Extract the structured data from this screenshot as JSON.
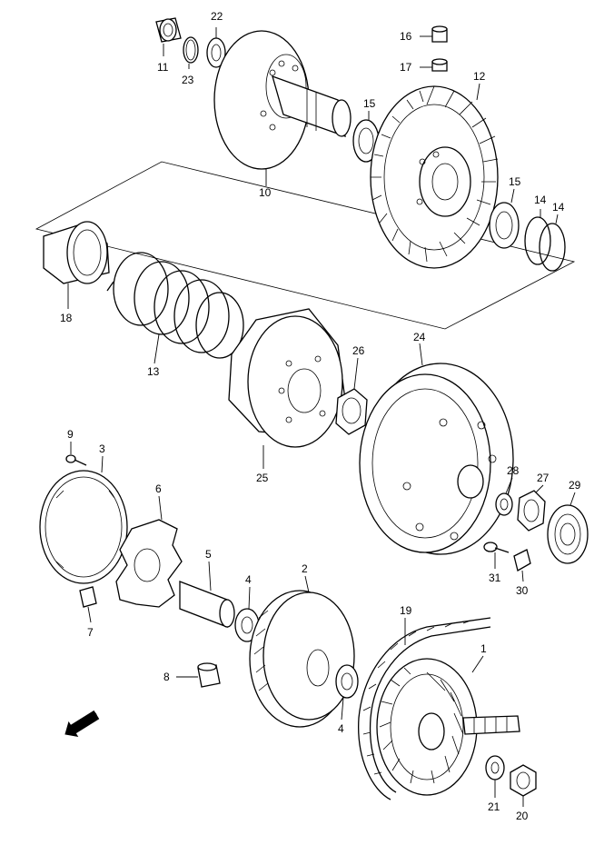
{
  "parts": [
    {
      "id": "p1",
      "label": "1"
    },
    {
      "id": "p2",
      "label": "2"
    },
    {
      "id": "p3",
      "label": "3"
    },
    {
      "id": "p4a",
      "label": "4"
    },
    {
      "id": "p4b",
      "label": "4"
    },
    {
      "id": "p5",
      "label": "5"
    },
    {
      "id": "p6",
      "label": "6"
    },
    {
      "id": "p7",
      "label": "7"
    },
    {
      "id": "p8",
      "label": "8"
    },
    {
      "id": "p9",
      "label": "9"
    },
    {
      "id": "p10",
      "label": "10"
    },
    {
      "id": "p11",
      "label": "11"
    },
    {
      "id": "p12",
      "label": "12"
    },
    {
      "id": "p13",
      "label": "13"
    },
    {
      "id": "p14a",
      "label": "14"
    },
    {
      "id": "p14b",
      "label": "14"
    },
    {
      "id": "p15a",
      "label": "15"
    },
    {
      "id": "p15b",
      "label": "15"
    },
    {
      "id": "p16",
      "label": "16"
    },
    {
      "id": "p17",
      "label": "17"
    },
    {
      "id": "p18",
      "label": "18"
    },
    {
      "id": "p19",
      "label": "19"
    },
    {
      "id": "p20",
      "label": "20"
    },
    {
      "id": "p21",
      "label": "21"
    },
    {
      "id": "p22",
      "label": "22"
    },
    {
      "id": "p23",
      "label": "23"
    },
    {
      "id": "p24",
      "label": "24"
    },
    {
      "id": "p25",
      "label": "25"
    },
    {
      "id": "p26",
      "label": "26"
    },
    {
      "id": "p27",
      "label": "27"
    },
    {
      "id": "p28",
      "label": "28"
    },
    {
      "id": "p29",
      "label": "29"
    },
    {
      "id": "p30",
      "label": "30"
    },
    {
      "id": "p31",
      "label": "31"
    }
  ],
  "direction_arrow": {
    "label": "FWD",
    "icon": "fwd-arrow-icon"
  }
}
